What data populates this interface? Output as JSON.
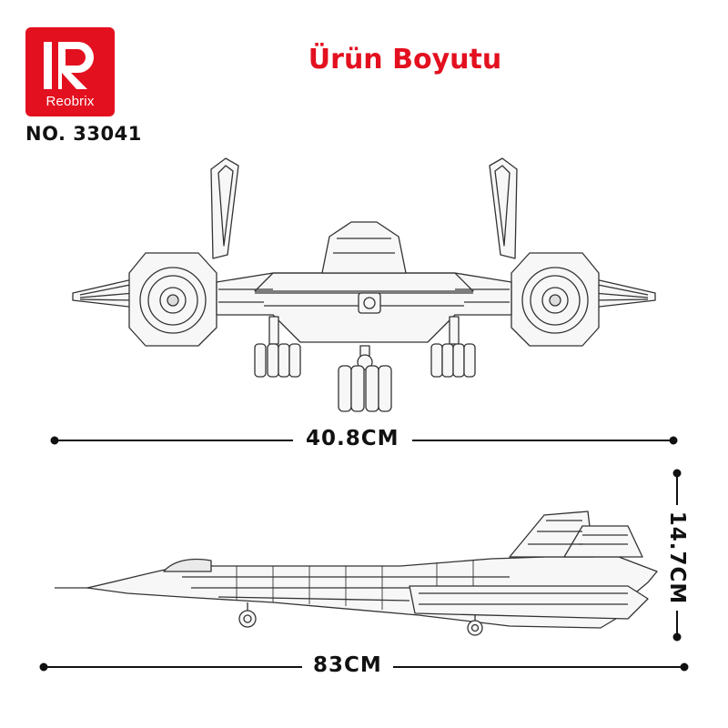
{
  "brand": {
    "logo_letter": "R",
    "name": "Reobrix",
    "accent_color": "#e3101f"
  },
  "header": {
    "title": "Ürün Boyutu",
    "model_number": "NO. 33041"
  },
  "dimensions": {
    "width": "40.8CM",
    "length": "83CM",
    "height": "14.7CM"
  },
  "illustrations": {
    "front_view": "aircraft-front-view",
    "side_view": "aircraft-side-view"
  }
}
